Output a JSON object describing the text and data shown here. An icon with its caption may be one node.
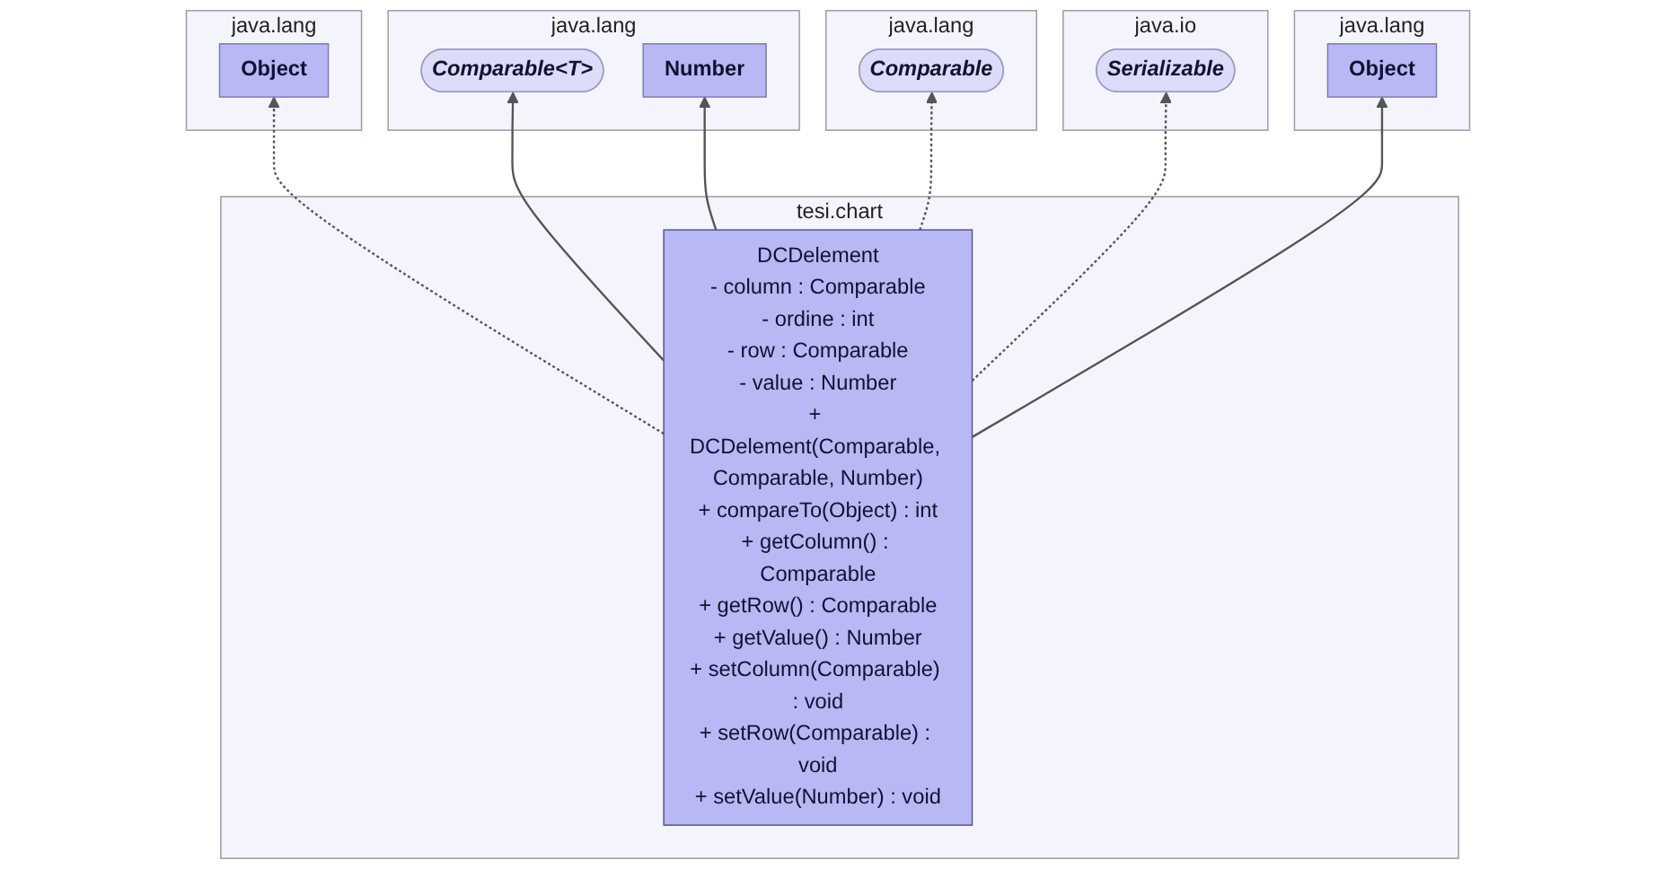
{
  "diagram": {
    "nodes": [
      {
        "text": [
          "java.lang"
        ]
      },
      {
        "text": [
          "Object"
        ],
        "in": 0
      },
      {
        "text": [
          "java.io"
        ]
      },
      {
        "text": [
          "Serializable"
        ],
        "in": 2
      },
      {
        "text": [
          "java.lang"
        ]
      },
      {
        "text": [
          "Comparable"
        ],
        "in": 4
      },
      {
        "text": [
          "java.lang"
        ]
      },
      {
        "text": [
          "Comparable<T>"
        ],
        "in": 6
      },
      {
        "text": [
          "Number"
        ],
        "in": 6
      },
      {
        "text": [
          "tesi.chart"
        ]
      },
      {
        "text": [
          "DCDelement",
          "- column : Comparable",
          "- ordine : int",
          "- row : Comparable",
          "- value : Number",
          "+ DCDelement(Comparable, Comparable, Number)",
          "+ compareTo(Object) : int",
          "+ getColumn() : Comparable",
          "+ getRow() : Comparable",
          "+ getValue() : Number",
          "+ setColumn(Comparable) : void",
          "+ setRow(Comparable) : void",
          "+ setValue(Number) : void"
        ],
        "in": 9
      },
      {
        "text": [
          "java.lang"
        ]
      },
      {
        "text": [
          "Object"
        ],
        "in": 11
      }
    ],
    "edges": [
      {
        "from": 10,
        "to": 1,
        "arrow": "to"
      },
      {
        "from": 10,
        "to": 3,
        "arrow": "to",
        "style": "dashed"
      },
      {
        "from": 10,
        "to": 5,
        "arrow": "to",
        "style": "dashed"
      },
      {
        "from": 10,
        "to": 7,
        "arrow": "to"
      },
      {
        "from": 10,
        "to": 8,
        "arrow": "to"
      },
      {
        "from": 10,
        "to": 12,
        "arrow": "to",
        "style": "dashed"
      }
    ]
  }
}
